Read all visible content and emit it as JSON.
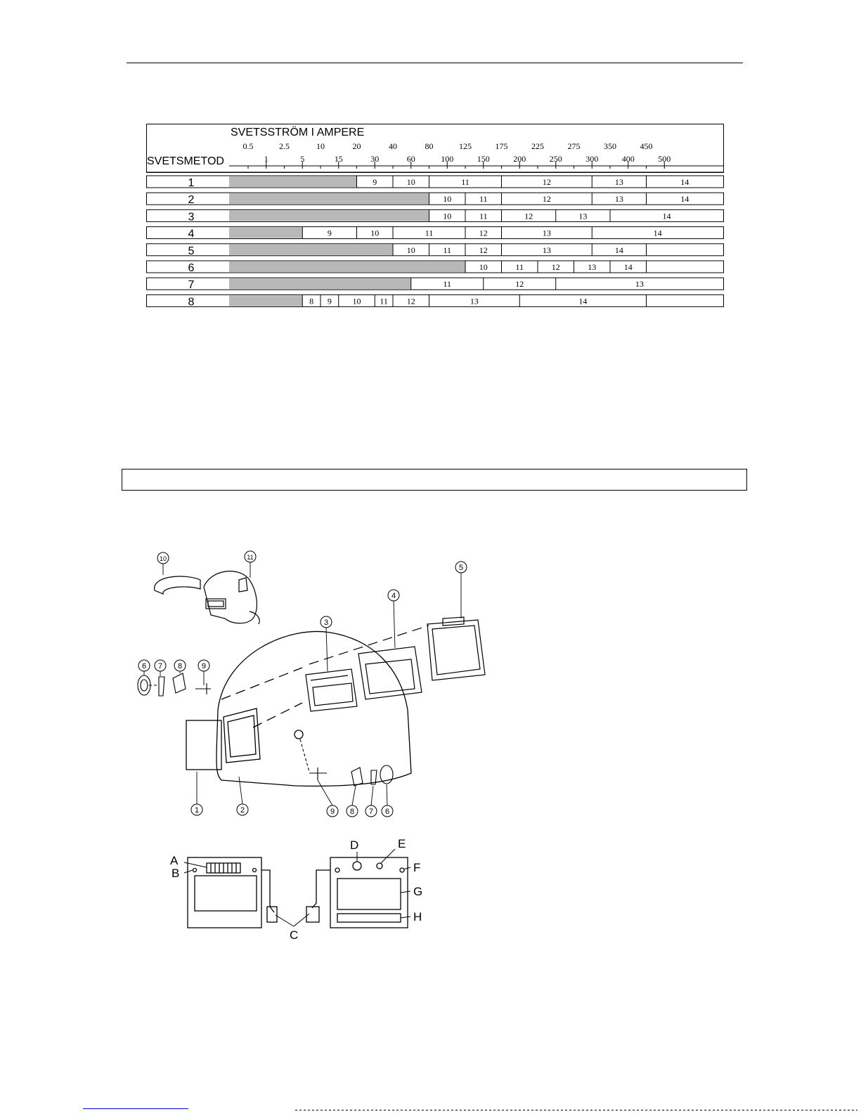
{
  "chart_data": {
    "type": "table",
    "title": "SVETSSTRÖM I AMPERE",
    "row_header": "SVETSMETOD",
    "ticks_upper": [
      "0.5",
      "2.5",
      "10",
      "20",
      "40",
      "80",
      "125",
      "175",
      "225",
      "275",
      "350",
      "450"
    ],
    "ticks_lower": [
      "1",
      "5",
      "15",
      "30",
      "60",
      "100",
      "150",
      "200",
      "250",
      "300",
      "400",
      "500"
    ],
    "rows": [
      {
        "label": "1",
        "shade_to": "20",
        "cells": [
          {
            "from": "20",
            "to": "40",
            "shade": "9"
          },
          {
            "from": "40",
            "to": "80",
            "shade": "10"
          },
          {
            "from": "80",
            "to": "175",
            "shade": "11"
          },
          {
            "from": "175",
            "to": "300",
            "shade": "12"
          },
          {
            "from": "300",
            "to": "450",
            "shade": "13"
          },
          {
            "from": "450",
            "to": "500",
            "shade": "14"
          }
        ]
      },
      {
        "label": "2",
        "shade_to": "80",
        "cells": [
          {
            "from": "80",
            "to": "125",
            "shade": "10"
          },
          {
            "from": "125",
            "to": "175",
            "shade": "11"
          },
          {
            "from": "175",
            "to": "300",
            "shade": "12"
          },
          {
            "from": "300",
            "to": "450",
            "shade": "13"
          },
          {
            "from": "450",
            "to": "500",
            "shade": "14"
          }
        ]
      },
      {
        "label": "3",
        "shade_to": "80",
        "cells": [
          {
            "from": "80",
            "to": "125",
            "shade": "10"
          },
          {
            "from": "125",
            "to": "175",
            "shade": "11"
          },
          {
            "from": "175",
            "to": "250",
            "shade": "12"
          },
          {
            "from": "250",
            "to": "350",
            "shade": "13"
          },
          {
            "from": "350",
            "to": "500",
            "shade": "14"
          }
        ]
      },
      {
        "label": "4",
        "shade_to": "5",
        "cells": [
          {
            "from": "5",
            "to": "20",
            "shade": "9"
          },
          {
            "from": "20",
            "to": "40",
            "shade": "10"
          },
          {
            "from": "40",
            "to": "125",
            "shade": "11"
          },
          {
            "from": "125",
            "to": "175",
            "shade": "12"
          },
          {
            "from": "175",
            "to": "300",
            "shade": "13"
          },
          {
            "from": "300",
            "to": "500",
            "shade": "14"
          }
        ]
      },
      {
        "label": "5",
        "shade_to": "40",
        "cells": [
          {
            "from": "40",
            "to": "80",
            "shade": "10"
          },
          {
            "from": "80",
            "to": "125",
            "shade": "11"
          },
          {
            "from": "125",
            "to": "175",
            "shade": "12"
          },
          {
            "from": "175",
            "to": "300",
            "shade": "13"
          },
          {
            "from": "300",
            "to": "450",
            "shade": "14"
          },
          {
            "from": "450",
            "to": "500",
            "shade": ""
          }
        ]
      },
      {
        "label": "6",
        "shade_to": "125",
        "cells": [
          {
            "from": "125",
            "to": "175",
            "shade": "10"
          },
          {
            "from": "175",
            "to": "225",
            "shade": "11"
          },
          {
            "from": "225",
            "to": "275",
            "shade": "12"
          },
          {
            "from": "275",
            "to": "350",
            "shade": "13"
          },
          {
            "from": "350",
            "to": "450",
            "shade": "14"
          },
          {
            "from": "450",
            "to": "500",
            "shade": ""
          }
        ]
      },
      {
        "label": "7",
        "shade_to": "60",
        "cells": [
          {
            "from": "60",
            "to": "150",
            "shade": "11"
          },
          {
            "from": "150",
            "to": "250",
            "shade": "12"
          },
          {
            "from": "250",
            "to": "500",
            "shade": "13"
          }
        ]
      },
      {
        "label": "8",
        "shade_to": "5",
        "cells": [
          {
            "from": "5",
            "to": "10",
            "shade": "8"
          },
          {
            "from": "10",
            "to": "15",
            "shade": "9"
          },
          {
            "from": "15",
            "to": "30",
            "shade": "10"
          },
          {
            "from": "30",
            "to": "40",
            "shade": "11"
          },
          {
            "from": "40",
            "to": "80",
            "shade": "12"
          },
          {
            "from": "80",
            "to": "200",
            "shade": "13"
          },
          {
            "from": "200",
            "to": "450",
            "shade": "14"
          },
          {
            "from": "450",
            "to": "500",
            "shade": ""
          }
        ]
      }
    ]
  },
  "helmet_diagram": {
    "callouts": [
      "1",
      "2",
      "3",
      "4",
      "5",
      "6",
      "7",
      "8",
      "9",
      "10",
      "11"
    ]
  },
  "adf_diagram": {
    "labels": [
      "A",
      "B",
      "C",
      "D",
      "E",
      "F",
      "G",
      "H"
    ]
  },
  "colors": {
    "bar_gray": "#b8b8b8",
    "line": "#000000",
    "link_blue": "#0000cc"
  }
}
